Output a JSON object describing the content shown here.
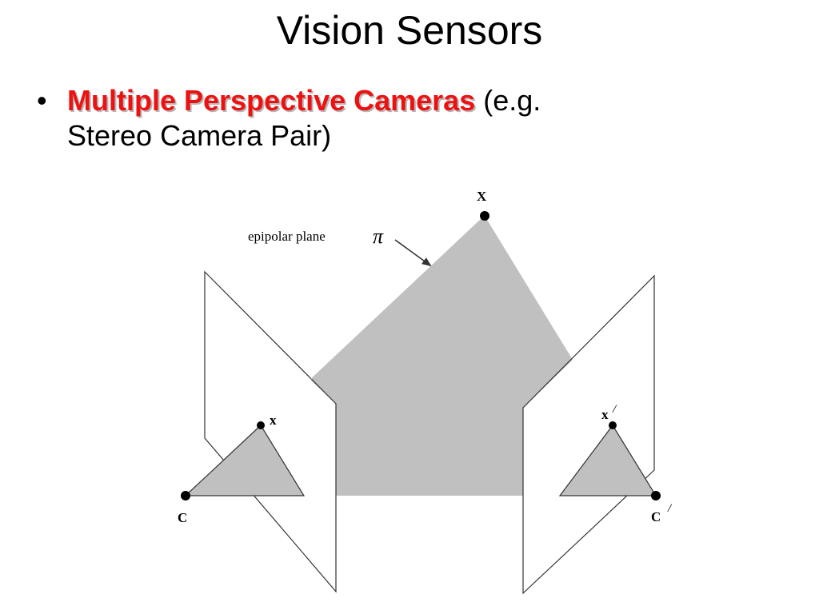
{
  "slide": {
    "title": "Vision Sensors",
    "bullet_symbol": "•",
    "bullet_emphasis": "Multiple Perspective Cameras",
    "bullet_rest_line1": " (e.g.",
    "bullet_rest_line2": "Stereo Camera Pair)"
  },
  "colors": {
    "emphasis": "#ee1111",
    "plane_fill": "#c0c0c0",
    "line": "#333333"
  },
  "diagram": {
    "epipolar_plane_label": "epipolar plane",
    "pi_symbol": "π",
    "point_X_label": "X",
    "point_x_label": "x",
    "point_x_prime_label": "x",
    "camera_C_label": "C",
    "camera_C_prime_label": "C",
    "prime_mark": "/"
  }
}
